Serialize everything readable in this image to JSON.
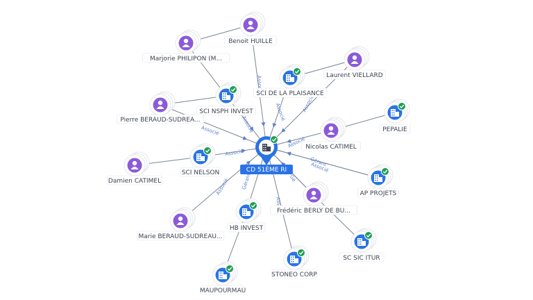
{
  "colors": {
    "person": "#8b5ad9",
    "company": "#2a73e6",
    "check": "#1f9d55",
    "edge": "#7a8590",
    "edge_label": "#5b7fd0"
  },
  "center": {
    "label": "CD 51ÈME RI",
    "icon": "building-icon"
  },
  "nodes": [
    {
      "id": "n1",
      "label": "Benoit HUILLE",
      "type": "person",
      "icon": "person-icon"
    },
    {
      "id": "n2",
      "label": "Marjorie PHILIPON (M...",
      "type": "person",
      "icon": "person-icon"
    },
    {
      "id": "n3",
      "label": "SCI DE LA PLAISANCE",
      "type": "company",
      "icon": "building-icon"
    },
    {
      "id": "n4",
      "label": "Laurent VIELLARD",
      "type": "person",
      "icon": "person-icon"
    },
    {
      "id": "n5",
      "label": "SCI NSPH INVEST",
      "type": "company",
      "icon": "building-icon"
    },
    {
      "id": "n6",
      "label": "Pierre BERAUD-SUDREA...",
      "type": "person",
      "icon": "person-icon"
    },
    {
      "id": "n7",
      "label": "PEPALIE",
      "type": "company",
      "icon": "building-icon"
    },
    {
      "id": "n8",
      "label": "Nicolas CATIMEL",
      "type": "person",
      "icon": "person-icon"
    },
    {
      "id": "n9",
      "label": "SCI NELSON",
      "type": "company",
      "icon": "building-icon"
    },
    {
      "id": "n10",
      "label": "Damien CATIMEL",
      "type": "person",
      "icon": "person-icon"
    },
    {
      "id": "n11",
      "label": "AP PROJETS",
      "type": "company",
      "icon": "building-icon"
    },
    {
      "id": "n12",
      "label": "Frédéric BERLY DE BU...",
      "type": "person",
      "icon": "person-icon"
    },
    {
      "id": "n13",
      "label": "HB INVEST",
      "type": "company",
      "icon": "building-icon"
    },
    {
      "id": "n14",
      "label": "Marie BERAUD-SUDREAU...",
      "type": "person",
      "icon": "person-icon"
    },
    {
      "id": "n15",
      "label": "SC SIC ITUR",
      "type": "company",
      "icon": "building-icon"
    },
    {
      "id": "n16",
      "label": "STONEO CORP",
      "type": "company",
      "icon": "building-icon"
    },
    {
      "id": "n17",
      "label": "MAUPOURMAU",
      "type": "company",
      "icon": "building-icon"
    }
  ],
  "edge_labels": [
    "Associé",
    "Associé",
    "Associé",
    "Associé",
    "Associé",
    "Associé",
    "Associé",
    "Associé",
    "Gérant",
    "Associé",
    "Gérant",
    "Associé",
    "Gé",
    "Ass"
  ]
}
